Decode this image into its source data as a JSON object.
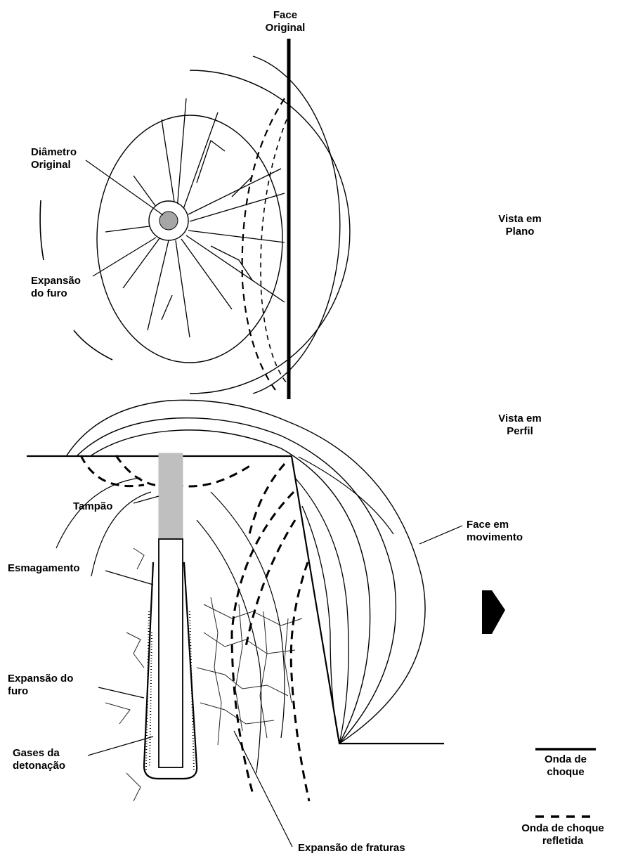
{
  "plan_view": {
    "title": "Vista em\nPlano",
    "face_label": "Face\nOriginal",
    "diameter_label": "Diâmetro\nOriginal",
    "hole_expansion_label": "Expansão\ndo furo"
  },
  "profile_view": {
    "title": "Vista em\nPerfil",
    "stemming_label": "Tampão",
    "crushing_label": "Esmagamento",
    "hole_expansion_label": "Expansão do\nfuro",
    "gases_label": "Gases da\ndetonação",
    "moving_face_label": "Face em\nmovimento",
    "fracture_label": "Expansão de fraturas"
  },
  "legend": {
    "shock_wave": "Onda de\nchoque",
    "reflected_wave": "Onda de choque\nrefletida"
  },
  "colors": {
    "line": "#000000",
    "stemming": "#bfbfbf",
    "hole_core": "#a6a6a6"
  }
}
